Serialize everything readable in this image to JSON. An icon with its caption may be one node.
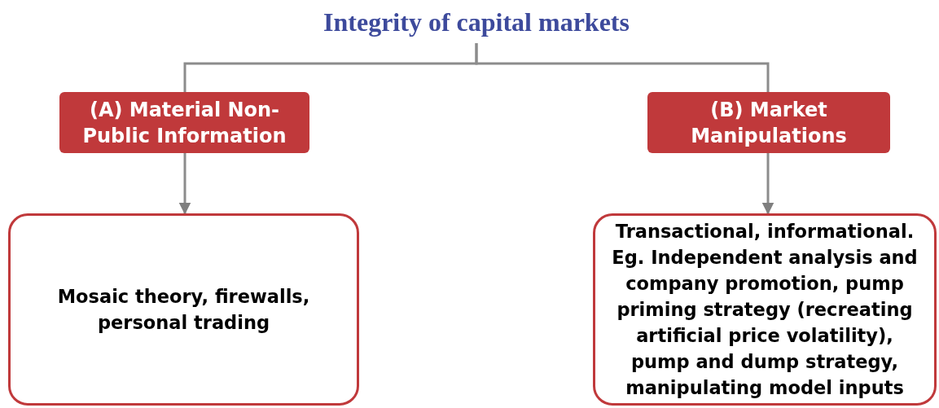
{
  "diagram": {
    "nodes": [
      {
        "text": [
          "Integrity of capital markets"
        ]
      },
      {
        "text": [
          "(A) Material Non-Public Information"
        ]
      },
      {
        "text": [
          "(B) Market Manipulations"
        ]
      },
      {
        "text": [
          "Mosaic theory, firewalls, personal trading"
        ]
      },
      {
        "text": [
          "Transactional, informational. Eg. Independent analysis and company promotion, pump priming strategy (recreating artificial price volatility), pump and dump strategy, manipulating model inputs"
        ]
      }
    ],
    "edges": [
      {
        "from": 0,
        "to": 1,
        "arrow": "none"
      },
      {
        "from": 0,
        "to": 2,
        "arrow": "none"
      },
      {
        "from": 1,
        "to": 3,
        "arrow": "to"
      },
      {
        "from": 2,
        "to": 4,
        "arrow": "to"
      }
    ]
  }
}
